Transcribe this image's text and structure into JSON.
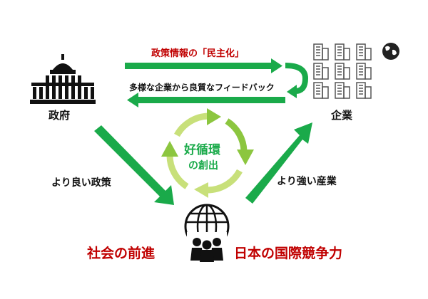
{
  "labels": {
    "top_arrow": "政策情報の「民主化」",
    "bottom_arrow": "多様な企業から良質なフィードバック",
    "government": "政府",
    "companies": "企業",
    "left_diagonal": "より良い政策",
    "right_diagonal": "より強い産業",
    "cycle_line1": "好循環",
    "cycle_line2": "の創出",
    "outcome_left": "社会の前進",
    "outcome_right": "日本の国際競争力"
  },
  "colors": {
    "green": "#1aaa4a",
    "red": "#c00000",
    "cycle_dark": "#8cc63f",
    "cycle_light": "#c8e07a"
  }
}
